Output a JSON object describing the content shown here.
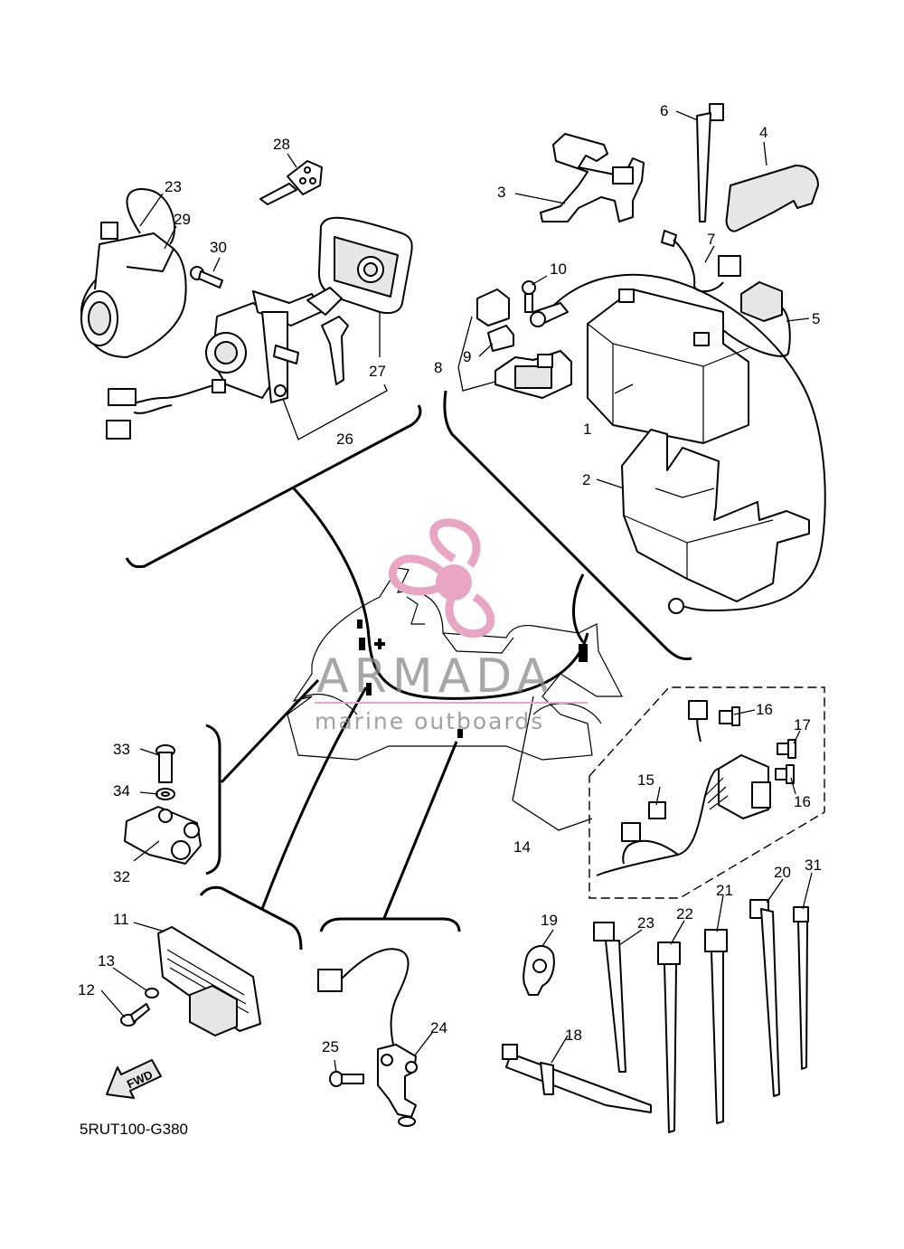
{
  "diagram": {
    "code": "5RUT100-G380",
    "fwd_label": "FWD",
    "watermark": {
      "brand": "ARMADA",
      "tagline": "marine outboards",
      "color": "#e8a6c4"
    },
    "callouts": [
      "1",
      "2",
      "3",
      "4",
      "5",
      "6",
      "7",
      "8",
      "9",
      "10",
      "11",
      "12",
      "13",
      "14",
      "15",
      "16",
      "16",
      "17",
      "18",
      "19",
      "20",
      "21",
      "22",
      "23",
      "23",
      "24",
      "25",
      "26",
      "27",
      "28",
      "29",
      "30",
      "31",
      "32",
      "33",
      "34"
    ]
  }
}
